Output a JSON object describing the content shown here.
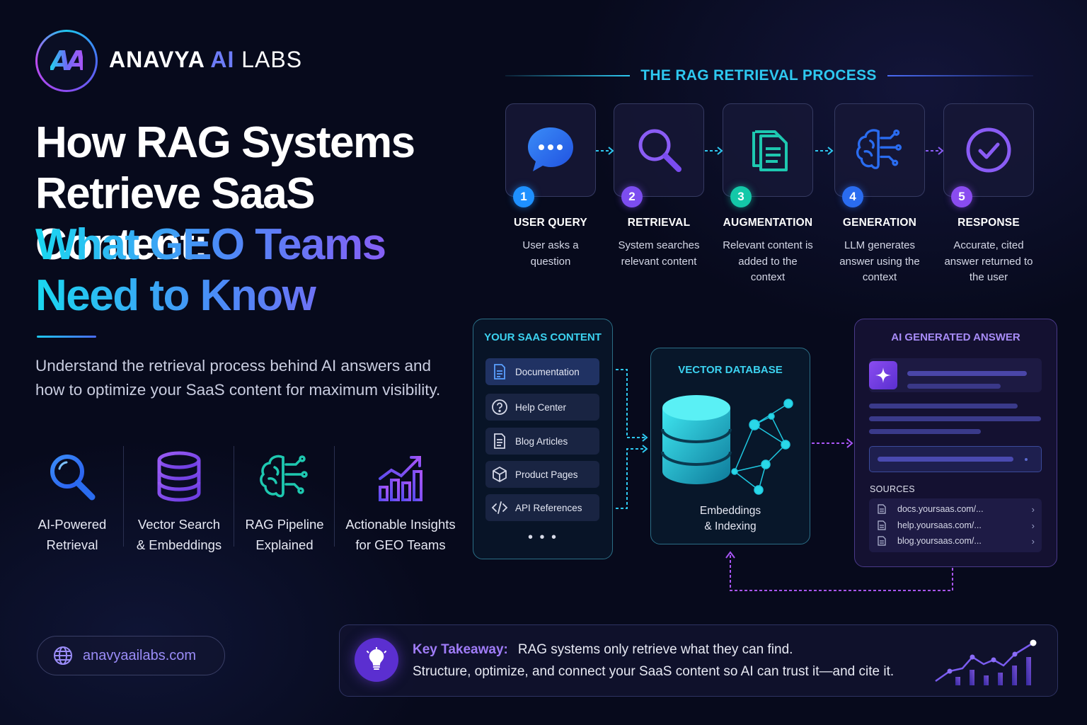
{
  "brand": {
    "logo_text": "AA",
    "name_part1": "ANAVYA ",
    "name_part2": "AI",
    "name_part3": " LABS"
  },
  "headline": {
    "line1": "How RAG Systems",
    "line2": "Retrieve SaaS Content:",
    "line3": "What GEO Teams",
    "line4": "Need to Know"
  },
  "subtitle": "Understand the retrieval process behind AI answers and how to optimize your SaaS content for maximum visibility.",
  "features": [
    {
      "icon": "search-icon",
      "line1": "AI-Powered",
      "line2": "Retrieval"
    },
    {
      "icon": "database-icon",
      "line1": "Vector Search",
      "line2": "& Embeddings"
    },
    {
      "icon": "brain-circuit-icon",
      "line1": "RAG Pipeline",
      "line2": "Explained"
    },
    {
      "icon": "growth-chart-icon",
      "line1": "Actionable Insights",
      "line2": "for GEO Teams"
    }
  ],
  "website": "anavyaailabs.com",
  "process": {
    "title": "THE RAG RETRIEVAL PROCESS",
    "steps": [
      {
        "num": "1",
        "title": "USER QUERY",
        "desc": "User asks a question",
        "icon": "chat-bubble-icon",
        "color": "#1e90ff"
      },
      {
        "num": "2",
        "title": "RETRIEVAL",
        "desc": "System searches relevant content",
        "icon": "search-icon",
        "color": "#7c4df0"
      },
      {
        "num": "3",
        "title": "AUGMENTATION",
        "desc": "Relevant content is added to the context",
        "icon": "documents-icon",
        "color": "#14c8a8"
      },
      {
        "num": "4",
        "title": "GENERATION",
        "desc": "LLM generates answer using the context",
        "icon": "brain-circuit-icon",
        "color": "#2a6cf0"
      },
      {
        "num": "5",
        "title": "RESPONSE",
        "desc": "Accurate, cited answer returned to the user",
        "icon": "check-circle-icon",
        "color": "#8a4cf0"
      }
    ]
  },
  "content_panel": {
    "title": "YOUR SAAS CONTENT",
    "items": [
      {
        "label": "Documentation",
        "icon": "document-icon"
      },
      {
        "label": "Help Center",
        "icon": "question-circle-icon"
      },
      {
        "label": "Blog Articles",
        "icon": "article-icon"
      },
      {
        "label": "Product Pages",
        "icon": "cube-icon"
      },
      {
        "label": "API References",
        "icon": "code-icon"
      }
    ],
    "more": "• • •"
  },
  "vector_db": {
    "title": "VECTOR DATABASE",
    "caption_line1": "Embeddings",
    "caption_line2": "& Indexing"
  },
  "answer_panel": {
    "title": "AI GENERATED ANSWER",
    "sources_label": "SOURCES",
    "sources": [
      "docs.yoursaas.com/...",
      "help.yoursaas.com/...",
      "blog.yoursaas.com/..."
    ]
  },
  "takeaway": {
    "label": "Key Takeaway:",
    "line1": "RAG systems only retrieve what they can find.",
    "line2": "Structure, optimize, and connect your SaaS content so AI can trust it—and cite it."
  },
  "colors": {
    "background": "#070a1c",
    "cyan": "#2ec8f0",
    "purple": "#8a5cf5",
    "blue": "#4a6cf7"
  }
}
